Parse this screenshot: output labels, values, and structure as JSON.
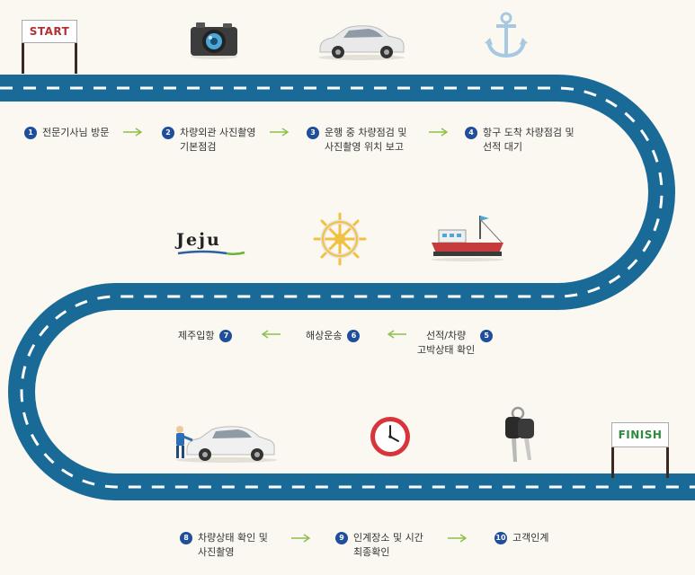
{
  "signs": {
    "start": "START",
    "finish": "FINISH"
  },
  "jeju_logo": "Jeju",
  "colors": {
    "road": "#1a6a98",
    "marker": "#1f4f9c",
    "arrow": "#8cc04b",
    "start_text": "#b23232",
    "finish_text": "#2e8a3d"
  },
  "icons": [
    "camera-icon",
    "car-icon",
    "anchor-icon",
    "ship-wheel-icon",
    "ship-icon",
    "mechanic-car-icon",
    "clock-icon",
    "car-key-icon"
  ],
  "steps": [
    {
      "num": "1",
      "lines": [
        "전문기사님 방문"
      ]
    },
    {
      "num": "2",
      "lines": [
        "차량외관 사진촬영",
        "기본점검"
      ]
    },
    {
      "num": "3",
      "lines": [
        "운행 중 차량점검 및",
        "사진촬영 위치 보고"
      ]
    },
    {
      "num": "4",
      "lines": [
        "항구 도착 차량점검 및",
        "선적 대기"
      ]
    },
    {
      "num": "5",
      "lines": [
        "선적/차량",
        "고박상태 확인"
      ]
    },
    {
      "num": "6",
      "lines": [
        "해상운송"
      ]
    },
    {
      "num": "7",
      "lines": [
        "제주입항"
      ]
    },
    {
      "num": "8",
      "lines": [
        "차량상태 확인 및",
        "사진촬영"
      ]
    },
    {
      "num": "9",
      "lines": [
        "인계장소 및 시간",
        "최종확인"
      ]
    },
    {
      "num": "10",
      "lines": [
        "고객인계"
      ]
    }
  ]
}
